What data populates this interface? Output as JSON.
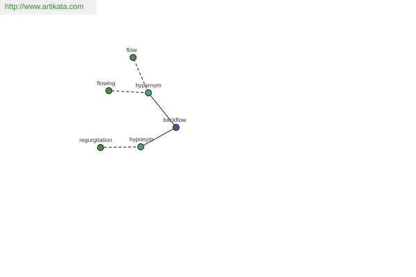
{
  "banner": {
    "url": "http://www.artikata.com"
  },
  "graph": {
    "nodes": [
      {
        "id": "backflow",
        "label": "backflow",
        "color": "#4e50a0"
      },
      {
        "id": "hypernym",
        "label": "hypernym",
        "color": "#4f9a8c"
      },
      {
        "id": "hyponym",
        "label": "hyponym",
        "color": "#4f9a8c"
      },
      {
        "id": "flow",
        "label": "flow",
        "color": "#4a8c4a"
      },
      {
        "id": "flowing",
        "label": "flowing",
        "color": "#4a8c4a"
      },
      {
        "id": "regurgitation",
        "label": "regurgitation",
        "color": "#4a8c4a"
      }
    ],
    "edges": [
      {
        "from": "backflow",
        "to": "hypernym",
        "style": "solid"
      },
      {
        "from": "backflow",
        "to": "hyponym",
        "style": "solid"
      },
      {
        "from": "hypernym",
        "to": "flow",
        "style": "dashed"
      },
      {
        "from": "hypernym",
        "to": "flowing",
        "style": "dashed"
      },
      {
        "from": "hyponym",
        "to": "regurgitation",
        "style": "dashed"
      }
    ]
  }
}
